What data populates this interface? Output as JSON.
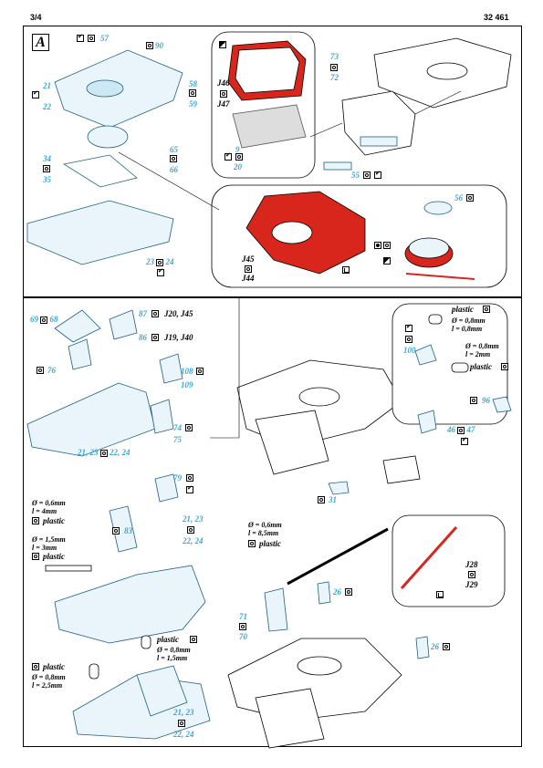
{
  "page": {
    "left": "3/4",
    "right": "32 461"
  },
  "section": "A",
  "callouts": {
    "p57": "57",
    "p90": "90",
    "p58": "58",
    "p59": "59",
    "p21": "21",
    "p22": "22",
    "p65": "65",
    "p66": "66",
    "p34": "34",
    "p35": "35",
    "p23": "23",
    "p24": "24",
    "j46": "J46",
    "j47": "J47",
    "p9": "9",
    "p20": "20",
    "p73": "73",
    "p72": "72",
    "p55": "55",
    "p56": "56",
    "j45": "J45",
    "j44": "J44",
    "p69": "69",
    "p68": "68",
    "p87": "87",
    "p86": "86",
    "r87": "J20, J45",
    "r86": "J19, J40",
    "p76": "76",
    "p108": "108",
    "p109": "109",
    "p74": "74",
    "p75": "75",
    "g1a": "21, 23",
    "g1b": "22, 24",
    "plastic": "plastic",
    "p100": "100",
    "p96": "96",
    "p46": "46",
    "p47": "47",
    "p31": "31",
    "p79": "79",
    "p83": "83",
    "g2a": "21, 23",
    "g2b": "22, 24",
    "p71": "71",
    "p70": "70",
    "p26a": "26",
    "p26b": "26",
    "j28": "J28",
    "j29": "J29",
    "g3a": "21, 23",
    "g3b": "22, 24"
  },
  "specs": {
    "pl1a": "Ø = 0,8mm",
    "pl1b": "l = 0,8mm",
    "pl2a": "Ø = 0,8mm",
    "pl2b": "l = 2mm",
    "s1a": "Ø = 0,6mm",
    "s1b": "l = 4mm",
    "s2a": "Ø = 1,5mm",
    "s2b": "l = 3mm",
    "s3a": "Ø = 0,6mm",
    "s3b": "l = 8,5mm",
    "s4a": "Ø = 0,8mm",
    "s4b": "l = 1,5mm",
    "s5a": "Ø = 0,8mm",
    "s5b": "l = 2,5mm"
  },
  "colors": {
    "callout": "#3aa7d9",
    "etched_red": "#d9261c",
    "part_fill": "#e9f5fb"
  }
}
